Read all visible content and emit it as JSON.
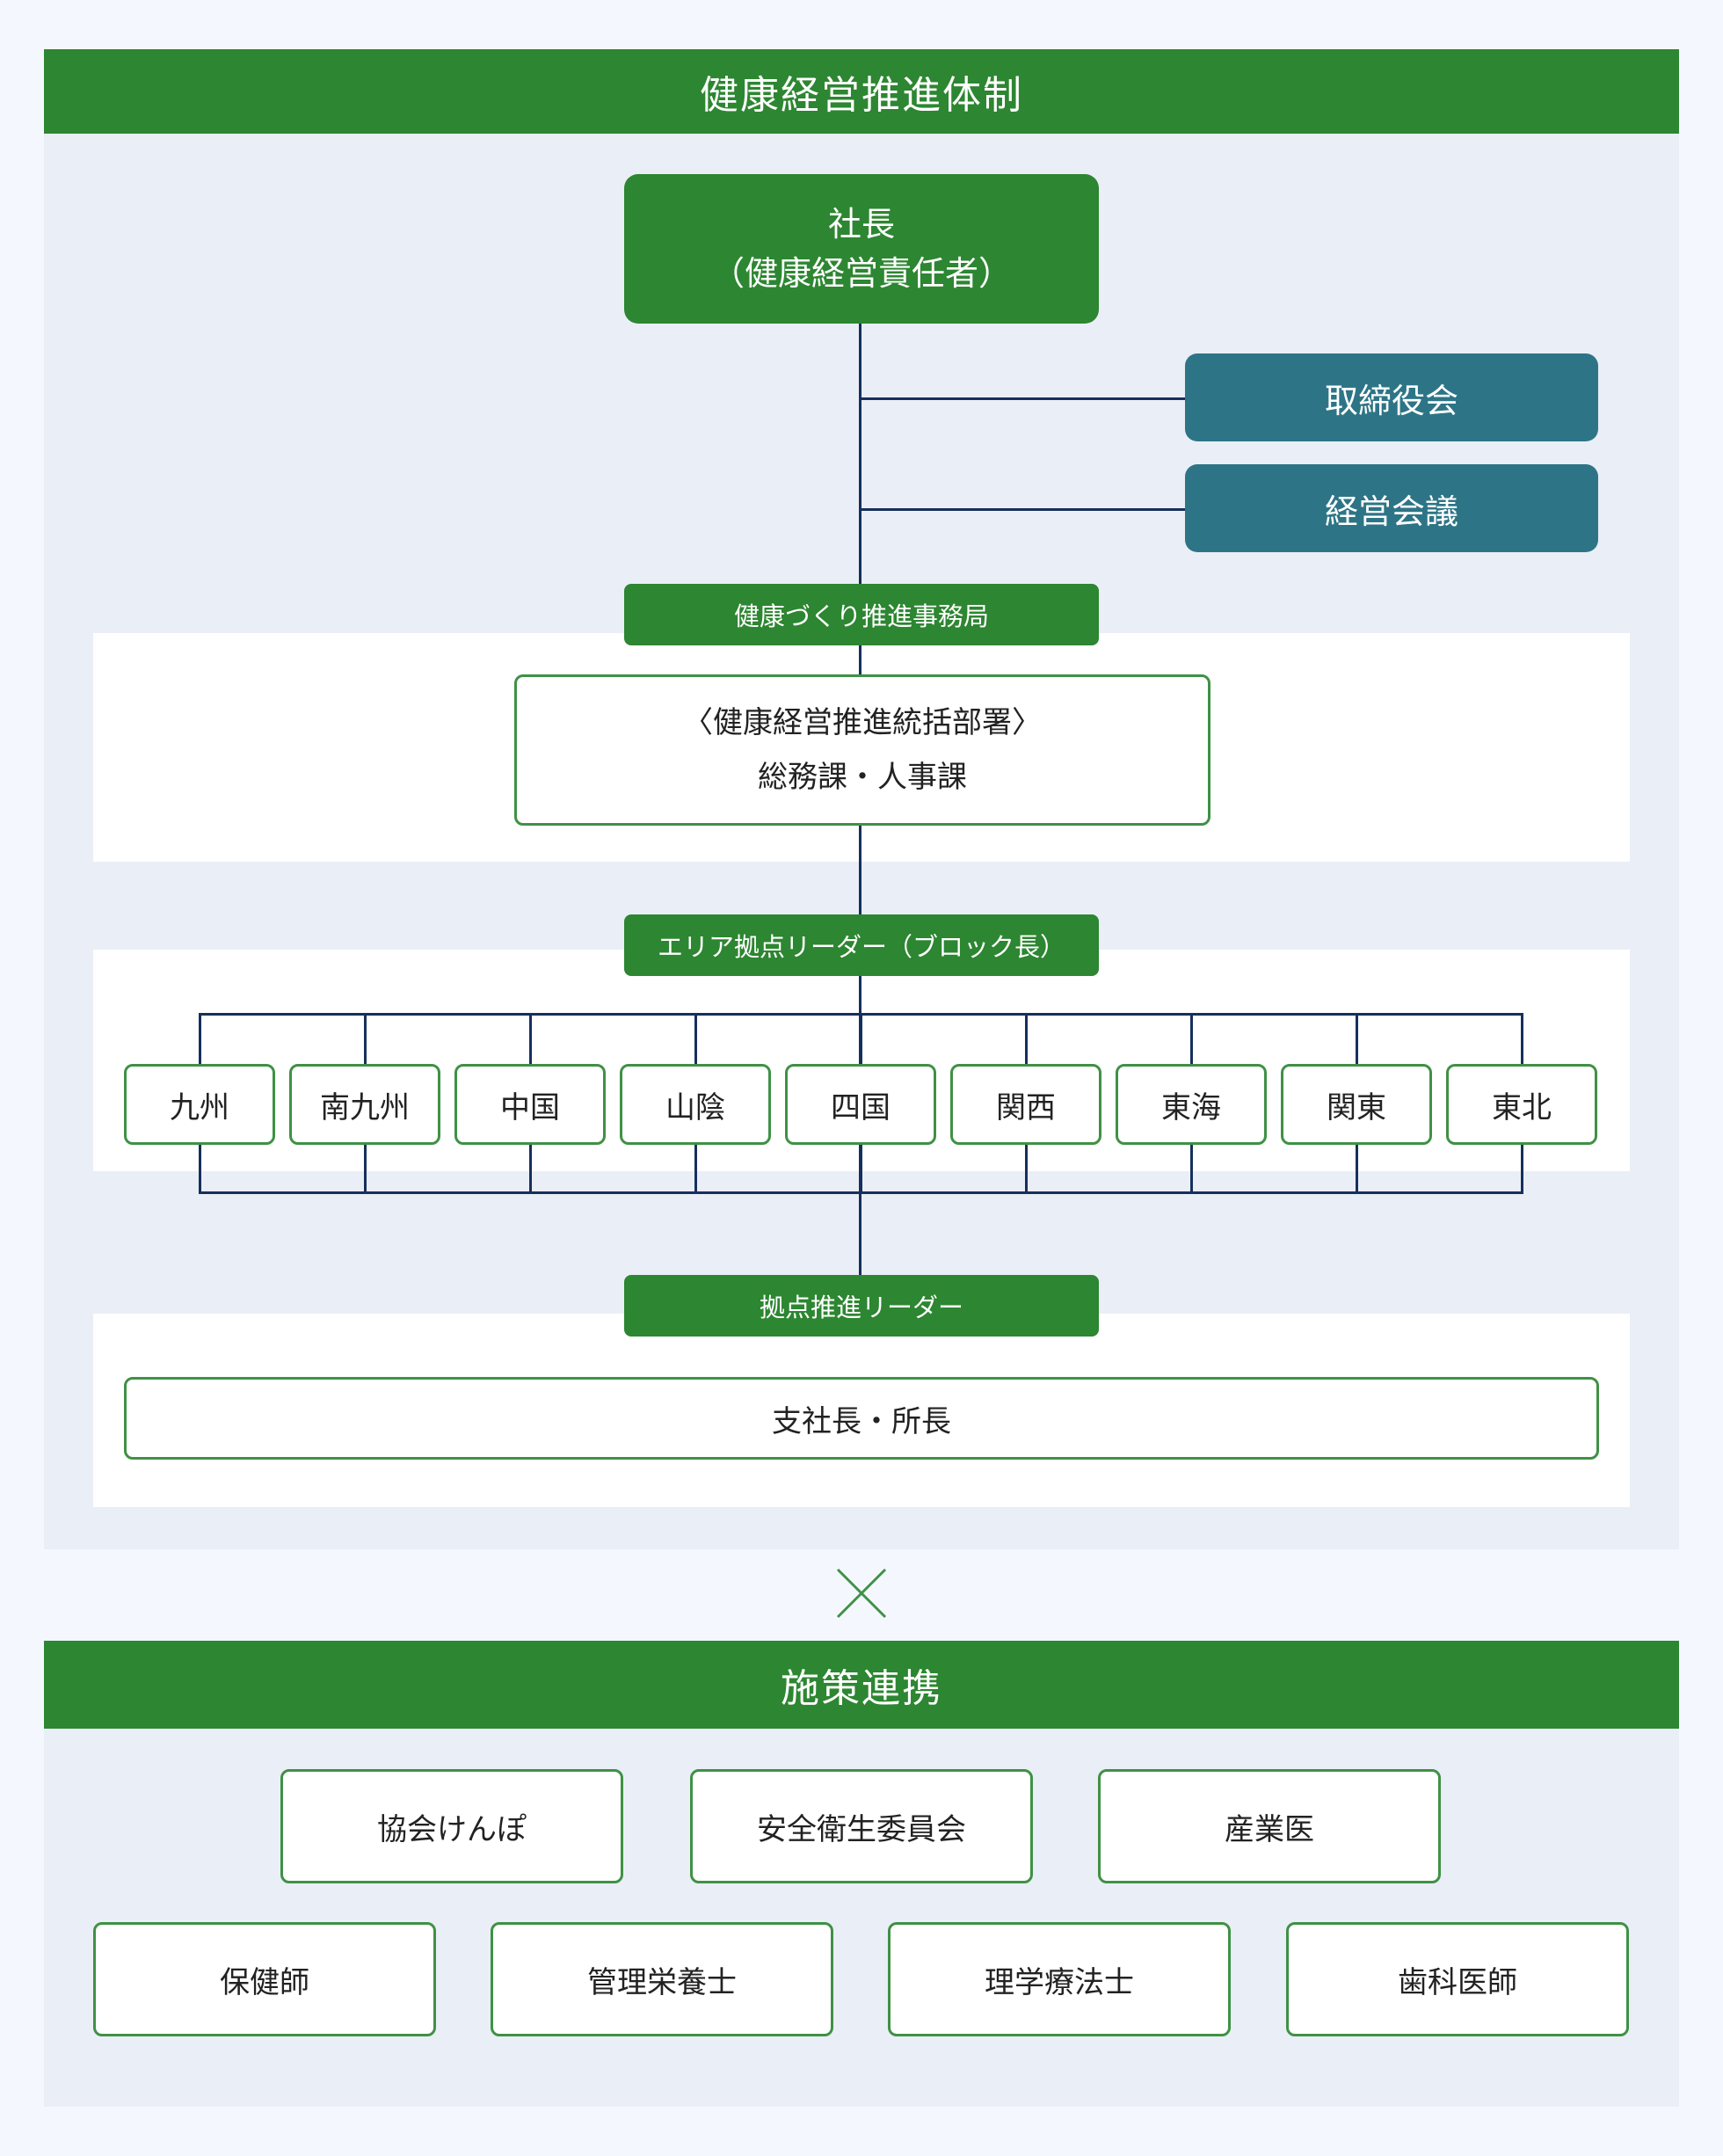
{
  "structure": {
    "header": "健康経営推進体制",
    "president": {
      "line1": "社長",
      "line2": "（健康経営責任者）"
    },
    "board": "取締役会",
    "management_meeting": "経営会議",
    "secretariat": {
      "tab": "健康づくり推進事務局",
      "line1": "〈健康経営推進統括部署〉",
      "line2": "総務課・人事課"
    },
    "area_leaders": {
      "tab": "エリア拠点リーダー（ブロック長）",
      "regions": [
        "九州",
        "南九州",
        "中国",
        "山陰",
        "四国",
        "関西",
        "東海",
        "関東",
        "東北"
      ]
    },
    "site_leaders": {
      "tab": "拠点推進リーダー",
      "box": "支社長・所長"
    }
  },
  "cross_symbol": "×",
  "cooperation": {
    "header": "施策連携",
    "row1": [
      "協会けんぽ",
      "安全衛生委員会",
      "産業医"
    ],
    "row2": [
      "保健師",
      "管理栄養士",
      "理学療法士",
      "歯科医師"
    ]
  },
  "colors": {
    "green": "#2d8631",
    "teal": "#2d7586",
    "line": "#16305c",
    "panel": "#eaeef6",
    "background": "#f4f8fe"
  }
}
